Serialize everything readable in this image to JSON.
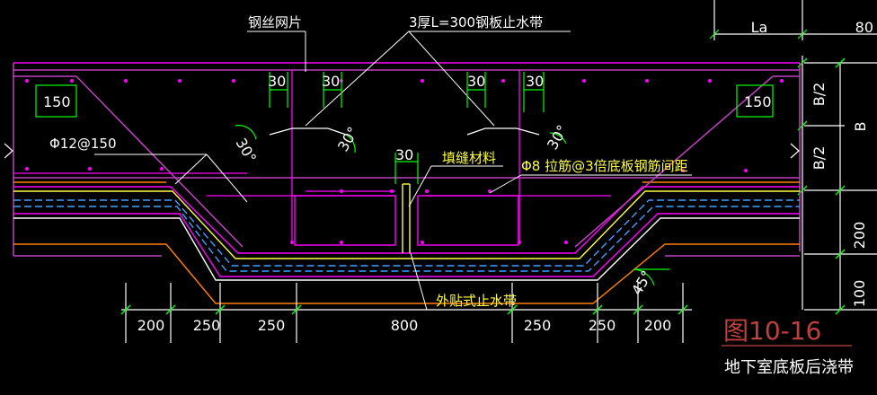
{
  "labels": {
    "wire_mesh": "钢丝网片",
    "steel_waterstop": "3厚L=300钢板止水带",
    "filler": "填缝材料",
    "lacing_bar": "Φ8 拉筋@3倍底板钢筋间距",
    "external_waterstop": "外贴式止水带",
    "rebar": "Φ12@150"
  },
  "dimensions": {
    "d30_a": "30",
    "d30_b": "30",
    "d30_c": "30",
    "d30_d": "30",
    "d30_e": "30",
    "angle30_a": "30°",
    "angle30_b": "30°",
    "angle30_c": "30°",
    "angle45": "45°",
    "d150_left": "150",
    "d150_right": "150",
    "bottom": [
      "200",
      "250",
      "250",
      "800",
      "250",
      "250",
      "200"
    ],
    "la": "La",
    "top_right": "80",
    "b_half_top": "B/2",
    "b_half_bottom": "B/2",
    "b": "B",
    "right_200": "200",
    "right_100": "100"
  },
  "caption": {
    "figure_number": "图10-16",
    "title": "地下室底板后浇带"
  },
  "colors": {
    "background": "#000000",
    "slab": "#c040c0",
    "rebar": "#ff00ff",
    "dimension": "#00ff00",
    "text": "#ffffff",
    "note": "#ffff40",
    "caption_red": "#c04040",
    "layer_orange": "#ff8000",
    "layer_blue": "#40a0ff"
  }
}
